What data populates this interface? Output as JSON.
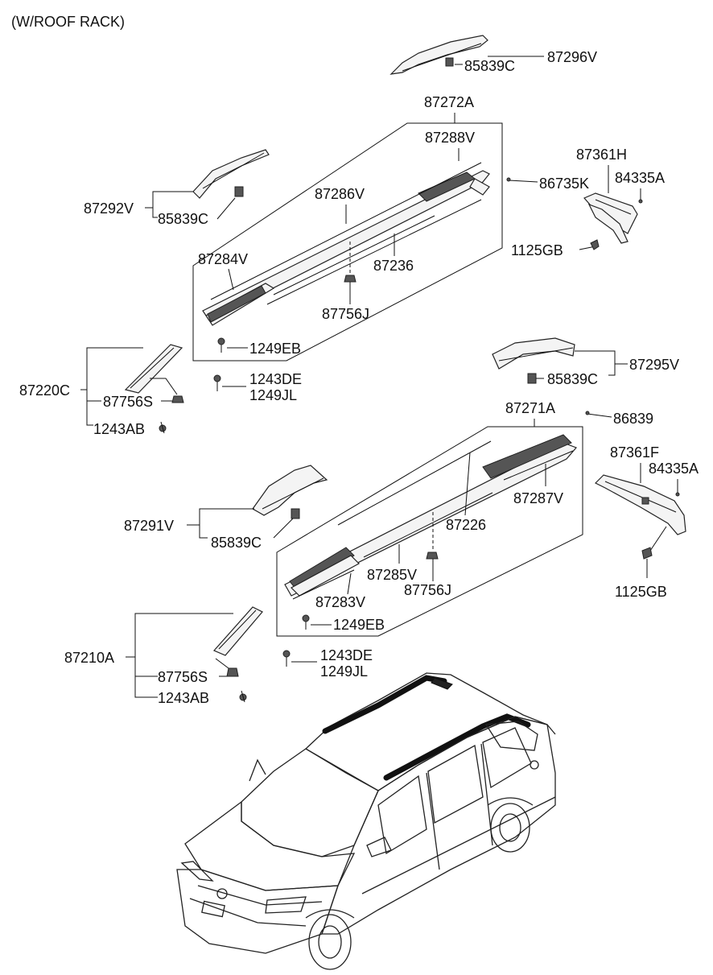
{
  "header": {
    "note": "(W/ROOF RACK)"
  },
  "labels": {
    "l87296v": "87296V",
    "l85839c_a": "85839C",
    "l87272a": "87272A",
    "l87288v": "87288V",
    "l86735k": "86735K",
    "l87361h": "87361H",
    "l84335a_a": "84335A",
    "l1125gb_a": "1125GB",
    "l87286v": "87286V",
    "l87292v": "87292V",
    "l85839c_b": "85839C",
    "l87284v": "87284V",
    "l87236": "87236",
    "l87756j_a": "87756J",
    "l1249eb_a": "1249EB",
    "l87220c": "87220C",
    "l1243de_a": "1243DE",
    "l1249jl_a": "1249JL",
    "l87756s_a": "87756S",
    "l1243ab_a": "1243AB",
    "l87295v": "87295V",
    "l85839c_c": "85839C",
    "l87271a": "87271A",
    "l86839": "86839",
    "l87361f": "87361F",
    "l84335a_b": "84335A",
    "l87287v": "87287V",
    "l87226": "87226",
    "l87291v": "87291V",
    "l85839c_d": "85839C",
    "l1125gb_b": "1125GB",
    "l87285v": "87285V",
    "l87756j_b": "87756J",
    "l87283v": "87283V",
    "l1249eb_b": "1249EB",
    "l87210a": "87210A",
    "l1243de_b": "1243DE",
    "l1249jl_b": "1249JL",
    "l87756s_b": "87756S",
    "l1243ab_b": "1243AB"
  }
}
